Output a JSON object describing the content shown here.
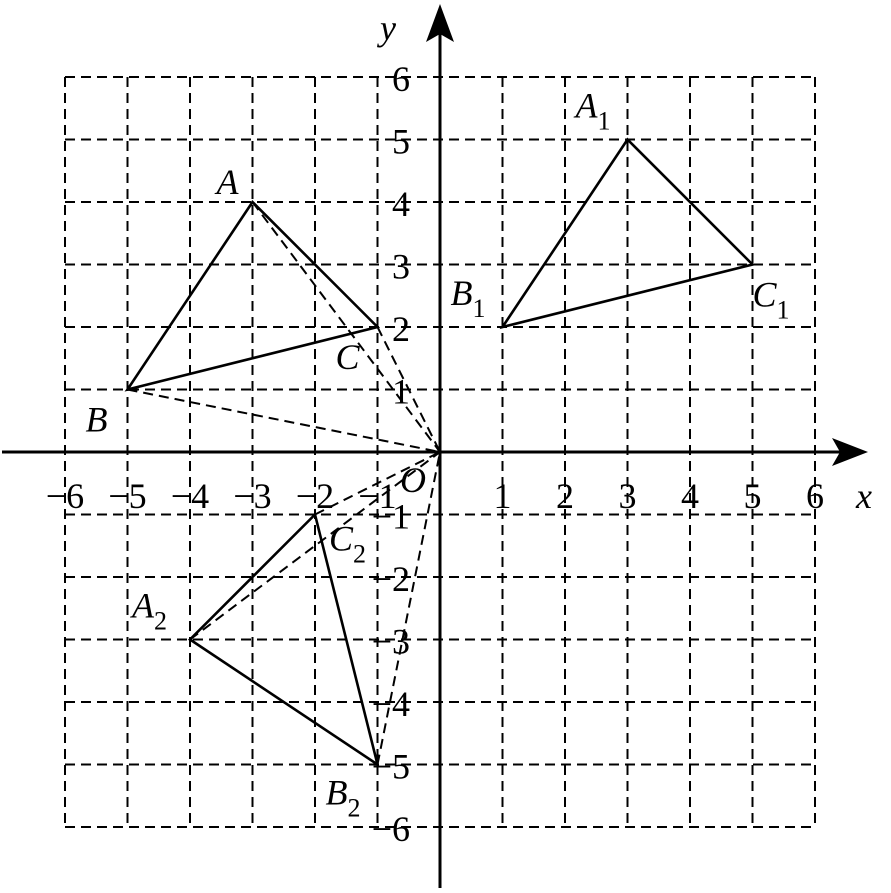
{
  "axes": {
    "x_label": "x",
    "y_label": "y",
    "origin_label": "O",
    "x_range": [
      -6,
      6
    ],
    "y_range": [
      -6,
      6
    ],
    "x_tick_labels": [
      "−6",
      "−5",
      "−4",
      "−3",
      "−2",
      "−1",
      "1",
      "2",
      "3",
      "4",
      "5",
      "6"
    ],
    "y_tick_labels": [
      "6",
      "5",
      "4",
      "3",
      "2",
      "1",
      "−1",
      "−2",
      "−3",
      "−4",
      "−5",
      "−6"
    ],
    "grid": "dashed"
  },
  "points": [
    {
      "name": "A",
      "sub": "",
      "x": -3,
      "y": 4
    },
    {
      "name": "B",
      "sub": "",
      "x": -5,
      "y": 1
    },
    {
      "name": "C",
      "sub": "",
      "x": -1,
      "y": 2
    },
    {
      "name": "A",
      "sub": "1",
      "x": 3,
      "y": 5
    },
    {
      "name": "B",
      "sub": "1",
      "x": 1,
      "y": 2
    },
    {
      "name": "C",
      "sub": "1",
      "x": 5,
      "y": 3
    },
    {
      "name": "A",
      "sub": "2",
      "x": -4,
      "y": -3
    },
    {
      "name": "B",
      "sub": "2",
      "x": -1,
      "y": -5
    },
    {
      "name": "C",
      "sub": "2",
      "x": -2,
      "y": -1
    }
  ],
  "triangles": [
    {
      "name": "triangle-ABC",
      "vertices": [
        [
          -3,
          4
        ],
        [
          -5,
          1
        ],
        [
          -1,
          2
        ]
      ]
    },
    {
      "name": "triangle-A1B1C1",
      "vertices": [
        [
          3,
          5
        ],
        [
          1,
          2
        ],
        [
          5,
          3
        ]
      ]
    },
    {
      "name": "triangle-A2B2C2",
      "vertices": [
        [
          -4,
          -3
        ],
        [
          -1,
          -5
        ],
        [
          -2,
          -1
        ]
      ]
    }
  ],
  "dashed_segments": [
    {
      "name": "segment-A-O",
      "from": [
        -3,
        4
      ],
      "to": [
        0,
        0
      ]
    },
    {
      "name": "segment-B-O",
      "from": [
        -5,
        1
      ],
      "to": [
        0,
        0
      ]
    },
    {
      "name": "segment-C-O",
      "from": [
        -1,
        2
      ],
      "to": [
        0,
        0
      ]
    },
    {
      "name": "segment-A2-O",
      "from": [
        -4,
        -3
      ],
      "to": [
        0,
        0
      ]
    },
    {
      "name": "segment-B2-O",
      "from": [
        -1,
        -5
      ],
      "to": [
        0,
        0
      ]
    },
    {
      "name": "segment-C2-O",
      "from": [
        -2,
        -1
      ],
      "to": [
        0,
        0
      ]
    }
  ]
}
